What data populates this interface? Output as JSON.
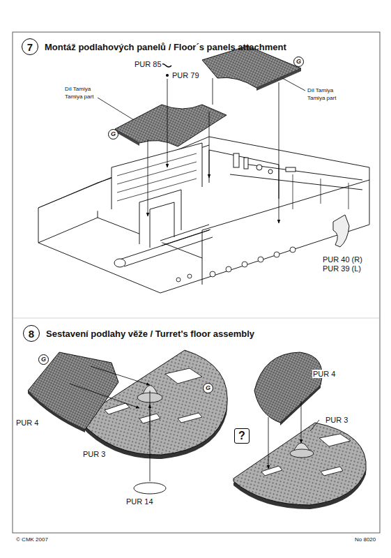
{
  "diagram": {
    "nodes": [
      {
        "text": [
          "7",
          "Montáž podlahových panelů / Floor´s panels attachment"
        ]
      },
      {
        "text": [
          "G"
        ]
      },
      {
        "text": [
          "G"
        ]
      },
      {
        "text": [
          "8",
          "Sestavení podlahy věže / Turret's floor assembly"
        ]
      },
      {
        "text": [
          "G"
        ]
      },
      {
        "text": [
          "G"
        ]
      },
      {
        "text": [
          "?"
        ]
      }
    ],
    "labels": [
      "PUR 85",
      "PUR 79",
      "Díl Tamiya",
      "Tamiya part",
      "Díl Tamiya",
      "Tamiya part",
      "PUR 40 (R)",
      "PUR 39 (L)",
      "PUR 4",
      "PUR 3",
      "PUR 14",
      "PUR 4",
      "PUR 3",
      "© CMK 2007",
      "No 8020"
    ]
  }
}
